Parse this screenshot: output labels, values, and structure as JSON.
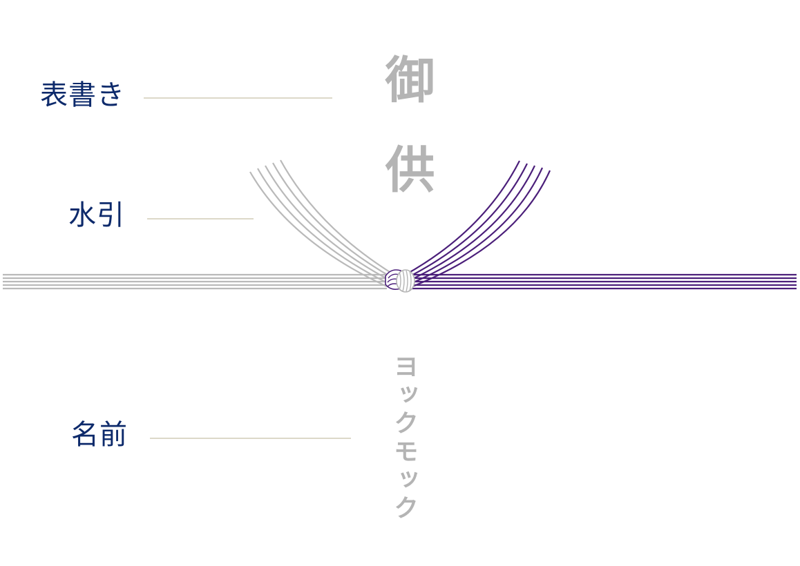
{
  "labels": {
    "omotegaki": "表書き",
    "mizuhiki": "水引",
    "namae": "名前"
  },
  "envelope": {
    "omotegaki_text": "御供",
    "name_text": "ヨックモック"
  },
  "colors": {
    "label_text": "#0d2a6b",
    "leader_line": "#dcd8c8",
    "calligraphy": "#b4b4b4",
    "cord_silver": "#b9b9b9",
    "cord_purple": "#4b1f7a"
  },
  "mizuhiki": {
    "type": "musubikiri",
    "left_color": "silver",
    "right_color": "purple",
    "strand_count": 5
  }
}
